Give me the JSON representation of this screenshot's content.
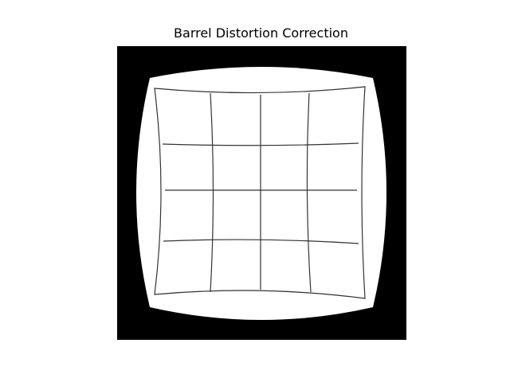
{
  "figure": {
    "title": "Barrel Distortion Correction"
  },
  "image": {
    "background_color": "#000000",
    "field_color": "#ffffff",
    "grid_line_color": "#333333",
    "grid": {
      "columns": 4,
      "rows": 4
    }
  }
}
